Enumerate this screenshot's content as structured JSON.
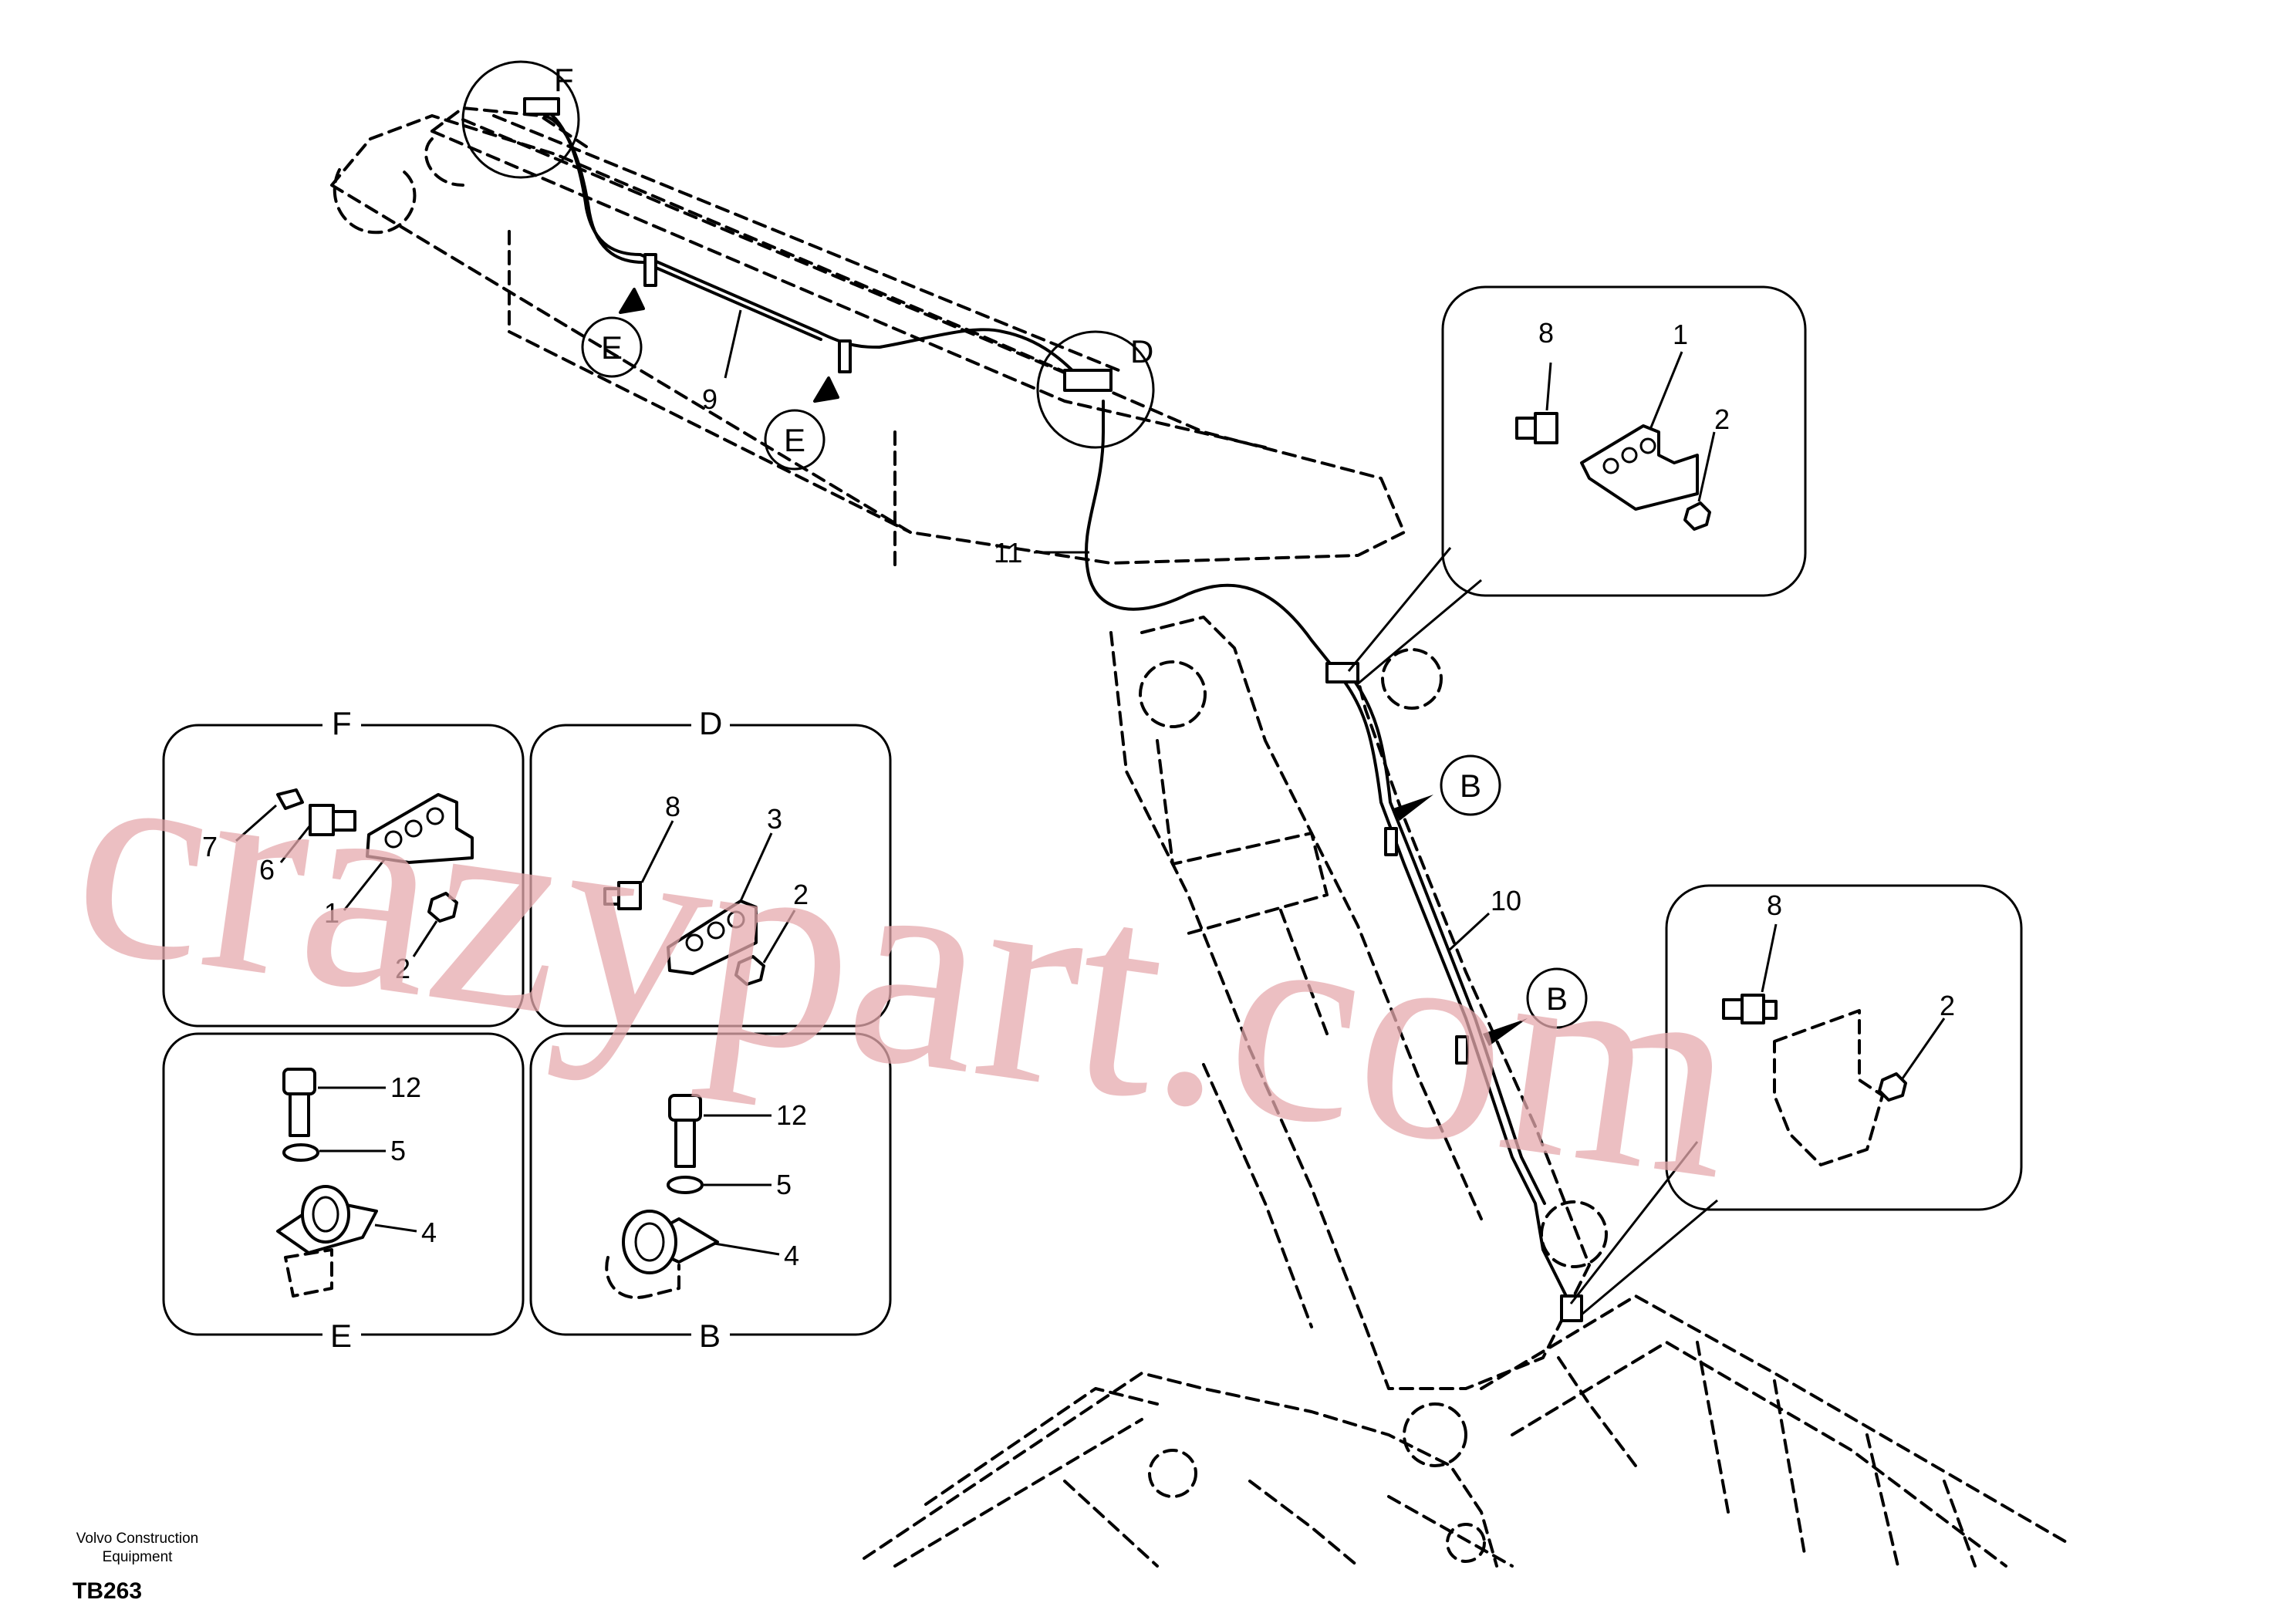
{
  "footer": {
    "company_line1": "Volvo Construction",
    "company_line2": "Equipment",
    "code": "TB263"
  },
  "watermark": {
    "text": "crazypart.com",
    "color": "#e6a9ad"
  },
  "view_refs": {
    "f_circle": "F",
    "d_circle": "D",
    "e_upper": "E",
    "e_lower": "E",
    "b_upper": "B",
    "b_lower": "B"
  },
  "main_callouts": {
    "pipe_boom": "9",
    "hose_upper": "11",
    "hose_lower": "10"
  },
  "detail_top_right": {
    "bolt": "8",
    "bracket": "1",
    "nut": "2"
  },
  "detail_lower_right": {
    "bolt": "8",
    "nut": "2"
  },
  "detail_f": {
    "title": "F",
    "screw": "7",
    "bolt": "6",
    "bracket": "1",
    "nut": "2"
  },
  "detail_d": {
    "title": "D",
    "bolt": "8",
    "bracket": "3",
    "nut": "2"
  },
  "detail_e": {
    "title": "E",
    "bolt": "12",
    "washer": "5",
    "clamp": "4"
  },
  "detail_b": {
    "title": "B",
    "bolt": "12",
    "washer": "5",
    "clamp": "4"
  }
}
